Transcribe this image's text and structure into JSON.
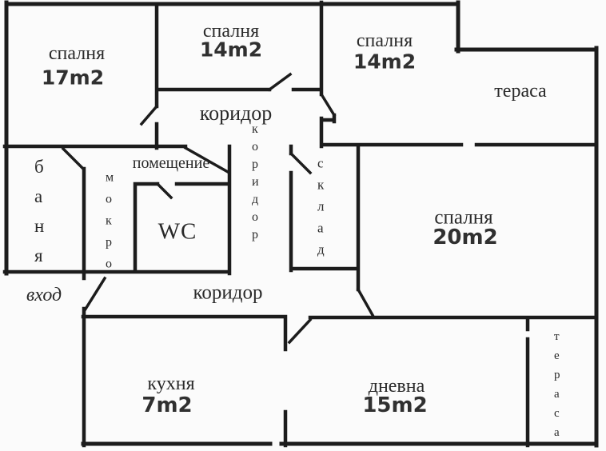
{
  "colors": {
    "background": "#fbfbfb",
    "walls": "#1c1c1c",
    "text": "#2a2a2a"
  },
  "rooms": {
    "bedroom_top_left": {
      "name": "спалня",
      "area": "17m2"
    },
    "bedroom_top_middle": {
      "name": "спалня",
      "area": "14m2"
    },
    "bedroom_top_right": {
      "name": "спалня",
      "area": "14m2"
    },
    "terrace_top": {
      "name": "тераса"
    },
    "corridor_top": {
      "name": "коридор"
    },
    "corridor_middle_vertical": {
      "name": "к о р и д о р"
    },
    "bathroom": {
      "name": "б а н я"
    },
    "wet_room": {
      "name": "м о к р о"
    },
    "utility_room": {
      "name": "помещение"
    },
    "wc": {
      "name": "WC"
    },
    "storage": {
      "name": "с к л а д"
    },
    "bedroom_right": {
      "name": "спалня",
      "area": "20m2"
    },
    "entrance": {
      "name": "вход"
    },
    "corridor_bottom": {
      "name": "коридор"
    },
    "kitchen": {
      "name": "кухня",
      "area": "7m2"
    },
    "living_room": {
      "name": "дневна",
      "area": "15m2"
    },
    "terrace_bottom": {
      "name": "т е р а с а"
    }
  }
}
